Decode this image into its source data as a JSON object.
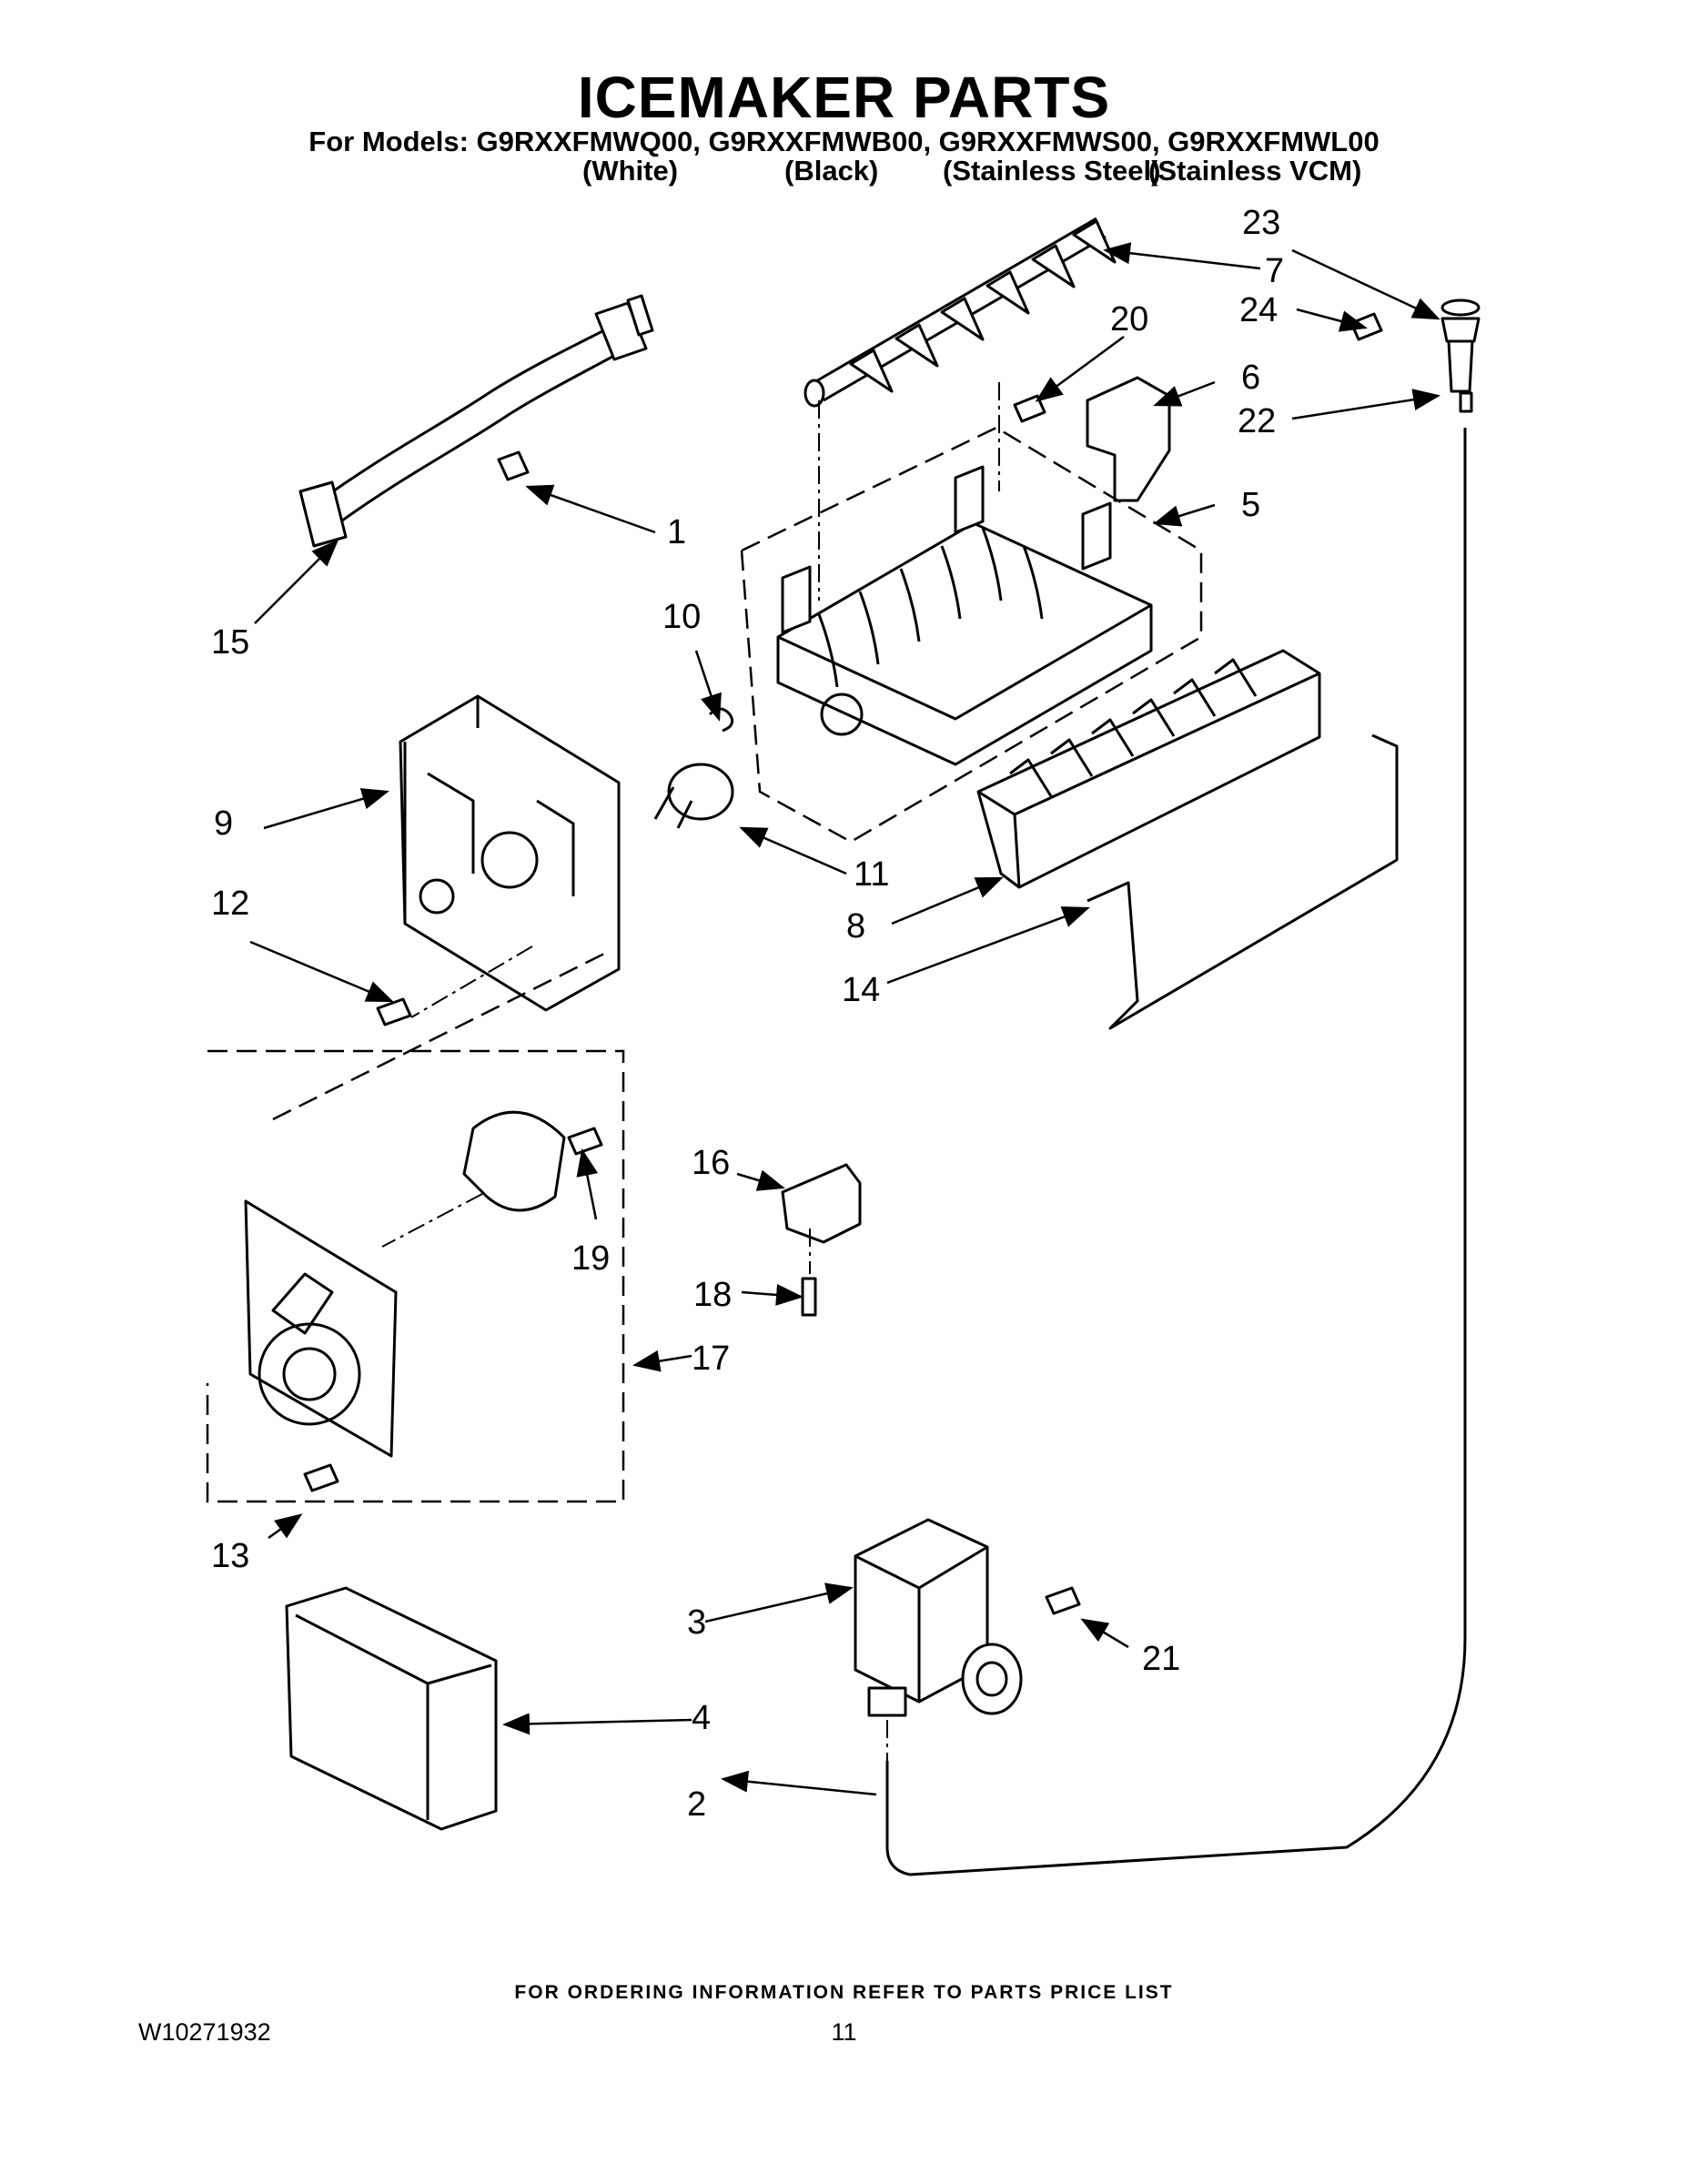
{
  "header": {
    "title": "ICEMAKER PARTS",
    "models_line": "For Models: G9RXXFMWQ00, G9RXXFMWB00, G9RXXFMWS00, G9RXXFMWL00",
    "variants": [
      "(White)",
      "(Black)",
      "(Stainless Steel)",
      "(Stainless VCM)"
    ]
  },
  "parts": {
    "p1": "1",
    "p2": "2",
    "p3": "3",
    "p4": "4",
    "p5": "5",
    "p6": "6",
    "p7": "7",
    "p8": "8",
    "p9": "9",
    "p10": "10",
    "p11": "11",
    "p12": "12",
    "p13": "13",
    "p14": "14",
    "p15": "15",
    "p16": "16",
    "p17": "17",
    "p18": "18",
    "p19": "19",
    "p20": "20",
    "p21": "21",
    "p22": "22",
    "p23": "23",
    "p24": "24"
  },
  "footer": {
    "ordering_note": "FOR ORDERING INFORMATION REFER TO PARTS PRICE LIST",
    "doc_id": "W10271932",
    "page": "11"
  }
}
